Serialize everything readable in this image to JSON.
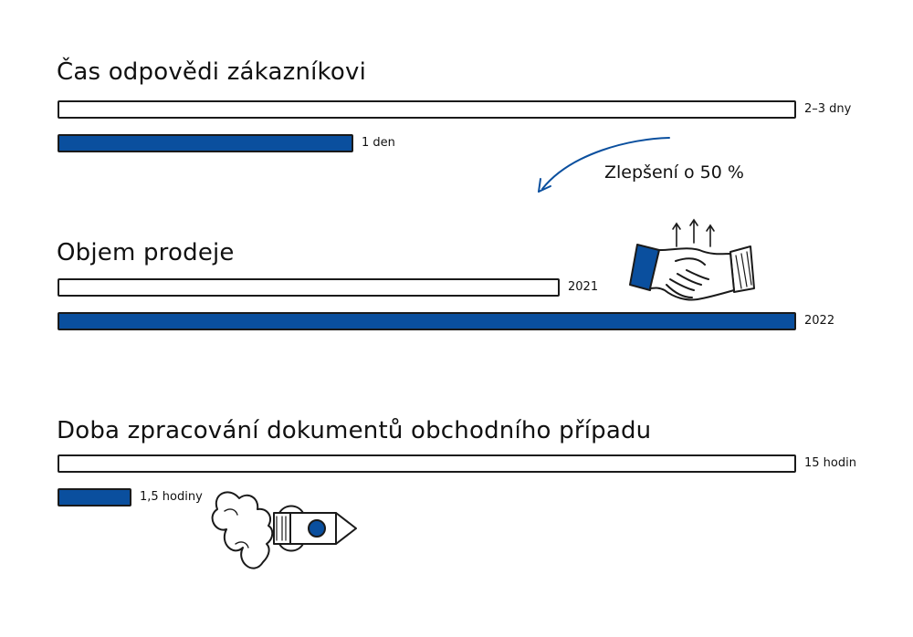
{
  "chart_data": [
    {
      "type": "bar",
      "title": "Čas odpovědi zákazníkovi",
      "categories": [
        "2–3 dny",
        "1 den"
      ],
      "values": [
        2.5,
        1
      ]
    },
    {
      "type": "bar",
      "title": "Objem prodeje",
      "categories": [
        "2021",
        "2022"
      ],
      "values": [
        68,
        100
      ]
    },
    {
      "type": "bar",
      "title": "Doba zpracování dokumentů obchodního případu",
      "categories": [
        "15 hodin",
        "1,5 hodiny"
      ],
      "values": [
        15,
        1.5
      ]
    }
  ],
  "annotation": {
    "text": "Zlepšení o 50 %"
  },
  "colors": {
    "accent": "#0a4f9e",
    "outline": "#1a1a1a"
  },
  "icons": [
    "handshake-icon",
    "growth-arrows-icon",
    "rocket-icon"
  ]
}
